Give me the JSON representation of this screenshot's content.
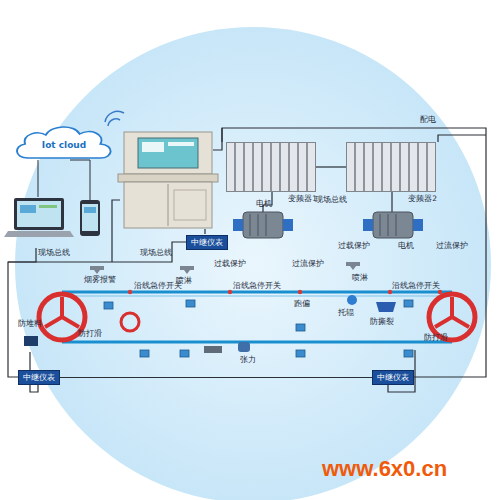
{
  "diagram": {
    "nodes": [
      {
        "text": [
          "Iot cloud"
        ]
      },
      {
        "text": [
          "变频器1"
        ]
      },
      {
        "text": [
          "变频器2"
        ]
      },
      {
        "text": [
          "中继仪表"
        ]
      },
      {
        "text": [
          "中继仪表"
        ]
      },
      {
        "text": [
          "中继仪表"
        ]
      }
    ],
    "edges": [
      {
        "from": 1,
        "to": 2,
        "label": "现场总线",
        "arrow": "none"
      },
      {
        "from": 4,
        "to": 5,
        "arrow": "none"
      }
    ],
    "labels": [
      "配电",
      "现场总线",
      "现场总线",
      "烟雾报警",
      "喷淋",
      "过载保护",
      "电机",
      "过流保护",
      "过载保护",
      "电机",
      "过流保护",
      "沿线急停开关",
      "沿线急停开关",
      "喷淋",
      "沿线急停开关",
      "防堆料",
      "防打滑",
      "跑偏",
      "托辊",
      "防撕裂",
      "防打滑",
      "张力",
      "www.6x0.cn"
    ]
  }
}
